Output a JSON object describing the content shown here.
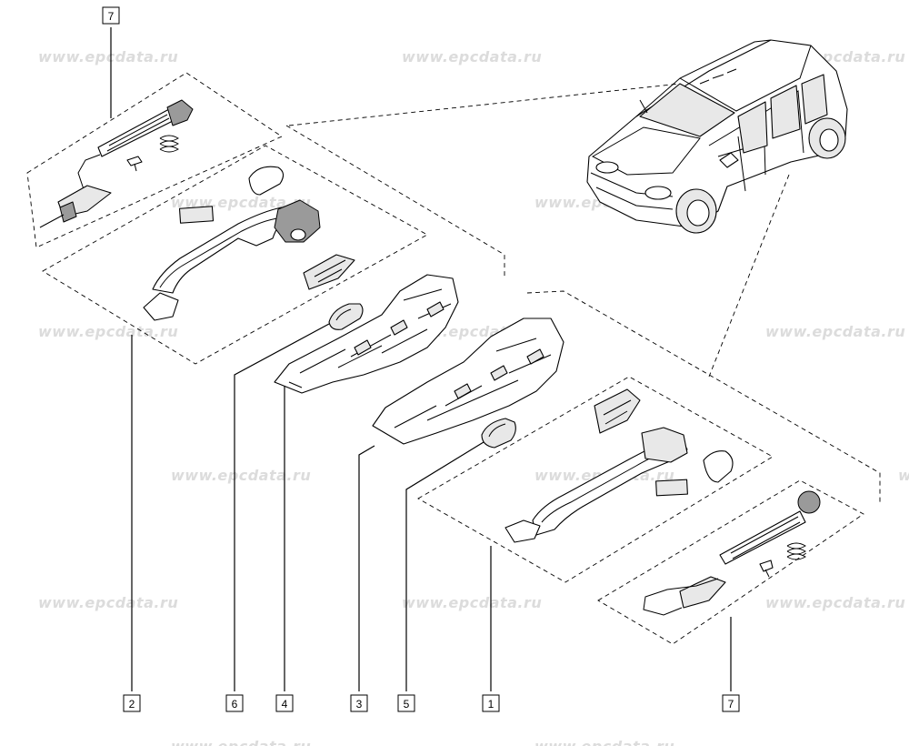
{
  "watermark": "www.epcdata.ru",
  "callouts": [
    {
      "id": "callout-7-top",
      "label": "7"
    },
    {
      "id": "callout-2",
      "label": "2"
    },
    {
      "id": "callout-6",
      "label": "6"
    },
    {
      "id": "callout-4",
      "label": "4"
    },
    {
      "id": "callout-3",
      "label": "3"
    },
    {
      "id": "callout-5",
      "label": "5"
    },
    {
      "id": "callout-1",
      "label": "1"
    },
    {
      "id": "callout-7-bottom",
      "label": "7"
    }
  ]
}
